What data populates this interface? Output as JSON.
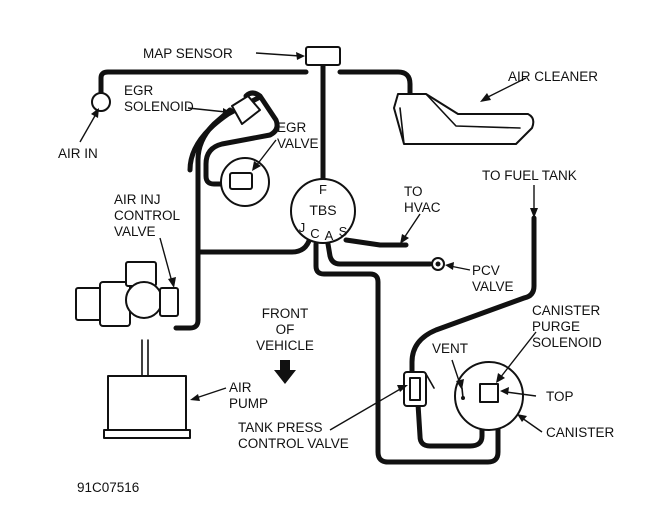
{
  "labels": {
    "map_sensor": "MAP SENSOR",
    "air_cleaner": "AIR CLEANER",
    "egr_solenoid_1": "EGR",
    "egr_solenoid_2": "SOLENOID",
    "air_in": "AIR IN",
    "egr_valve_1": "EGR",
    "egr_valve_2": "VALVE",
    "to_fuel_tank": "TO FUEL TANK",
    "to_hvac_1": "TO",
    "to_hvac_2": "HVAC",
    "air_inj_1": "AIR INJ",
    "air_inj_2": "CONTROL",
    "air_inj_3": "VALVE",
    "pcv_1": "PCV",
    "pcv_2": "VALVE",
    "canister_purge_1": "CANISTER",
    "canister_purge_2": "PURGE",
    "canister_purge_3": "SOLENOID",
    "front_1": "FRONT",
    "front_2": "OF",
    "front_3": "VEHICLE",
    "vent": "VENT",
    "top": "TOP",
    "air_pump_1": "AIR",
    "air_pump_2": "PUMP",
    "canister": "CANISTER",
    "tank_press_1": "TANK PRESS",
    "tank_press_2": "CONTROL VALVE",
    "figure_code": "91C07516"
  },
  "tbs_ports": {
    "center": "TBS",
    "f": "F",
    "j": "J",
    "c": "C",
    "a": "A",
    "s": "S"
  }
}
